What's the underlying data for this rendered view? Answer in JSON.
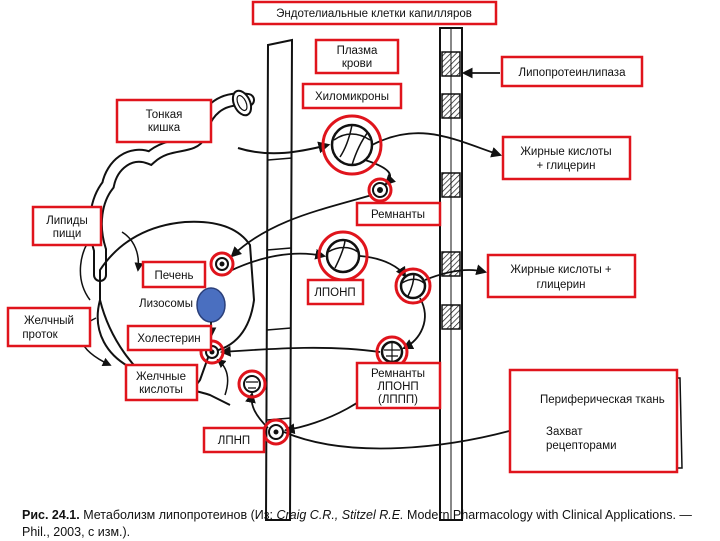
{
  "labels": {
    "endothelial": "Эндотелиальные клетки капилляров",
    "plasma_1": "Плазма",
    "plasma_2": "крови",
    "lipase": "Липопротеинлипаза",
    "chylomicrons": "Хиломикроны",
    "small_intestine_1": "Тонкая",
    "small_intestine_2": "кишка",
    "fa_glycerol_top_1": "Жирные кислоты",
    "fa_glycerol_top_2": "+ глицерин",
    "dietary_lipids_1": "Липиды",
    "dietary_lipids_2": "пищи",
    "remnants": "Ремнанты",
    "liver": "Печень",
    "lysosomes": "Лизосомы",
    "fa_glycerol_mid_1": "Жирные кислоты +",
    "fa_glycerol_mid_2": "глицерин",
    "vldl": "ЛПОНП",
    "bile_duct_1": "Желчный",
    "bile_duct_2": "проток",
    "cholesterol": "Холестерин",
    "bile_acids_1": "Желчные",
    "bile_acids_2": "кислоты",
    "vldl_remnants_1": "Ремнанты",
    "vldl_remnants_2": "ЛПОНП",
    "vldl_remnants_3": "(ЛППП)",
    "peripheral_tissue": "Периферическая ткань",
    "receptor_uptake_1": "Захват",
    "receptor_uptake_2": "рецепторами",
    "ldl": "ЛПНП"
  },
  "caption": {
    "fig_label": "Рис. 24.1.",
    "text_a": " Метаболизм липопротеинов (Из: ",
    "authors": "Craig C.R., Stitzel R.E.",
    "text_b": " Modern Pharmacology with Clinical Applications. — Phil., 2003, с изм.)."
  },
  "colors": {
    "highlight": "#e0141c",
    "ink": "#111111",
    "lysosome_fill": "#4a6fc0"
  }
}
